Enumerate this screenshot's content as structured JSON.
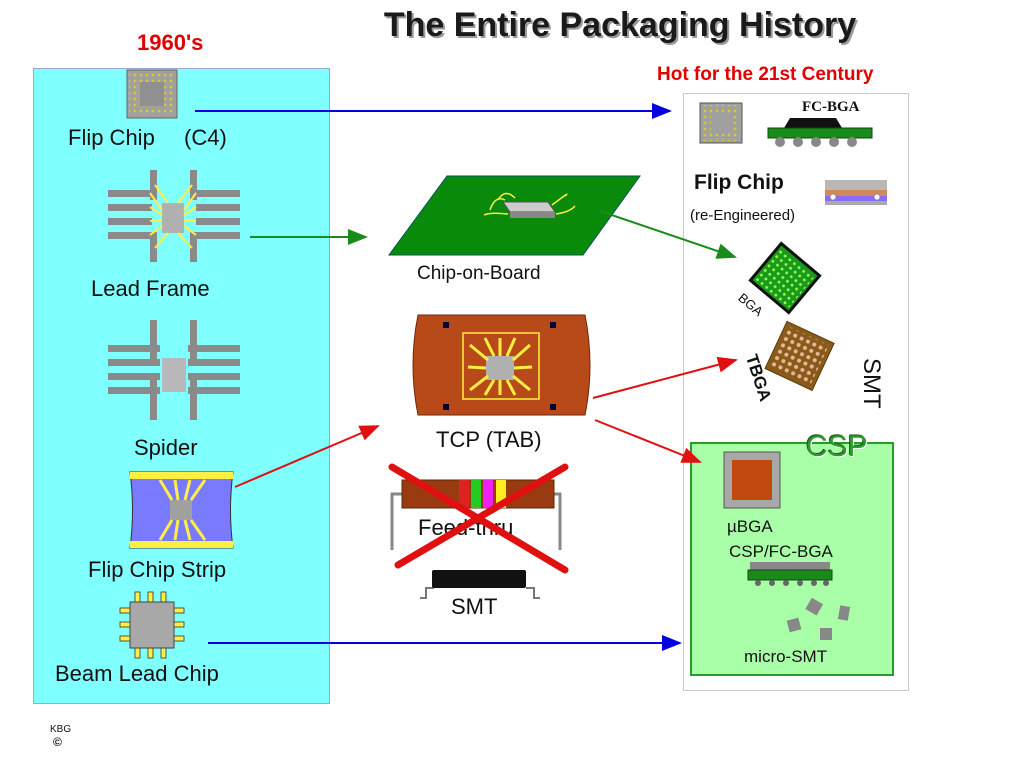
{
  "title": "The Entire Packaging History",
  "era_label": "1960's",
  "hot_label": "Hot for the 21st Century",
  "left_panel": {
    "flip_chip": "Flip Chip",
    "flip_chip_c4": "(C4)",
    "lead_frame": "Lead Frame",
    "spider": "Spider",
    "flip_chip_strip": "Flip Chip Strip",
    "beam_lead_chip": "Beam Lead Chip"
  },
  "middle": {
    "chip_on_board": "Chip-on-Board",
    "tcp_tab": "TCP (TAB)",
    "feed_thru": "Feed-thru",
    "smt": "SMT"
  },
  "right_panel": {
    "fc_bga": "FC-BGA",
    "flip_chip": "Flip Chip",
    "re_engineered": "(re-Engineered)",
    "bga": "BGA",
    "tbga": "TBGA",
    "smt_vertical": "SMT"
  },
  "csp_panel": {
    "title": "CSP",
    "micro_bga": "µBGA",
    "csp_fc_bga": "CSP/FC-BGA",
    "micro_smt": "micro-SMT"
  },
  "footer": {
    "author": "KBG",
    "copyright": "©"
  },
  "colors": {
    "left_panel": "#80ffff",
    "csp_panel": "#a8ffa8",
    "arrow_blue": "#0000e0",
    "arrow_green": "#1a8a1a",
    "arrow_red": "#e01010",
    "title_red": "#e00000"
  }
}
